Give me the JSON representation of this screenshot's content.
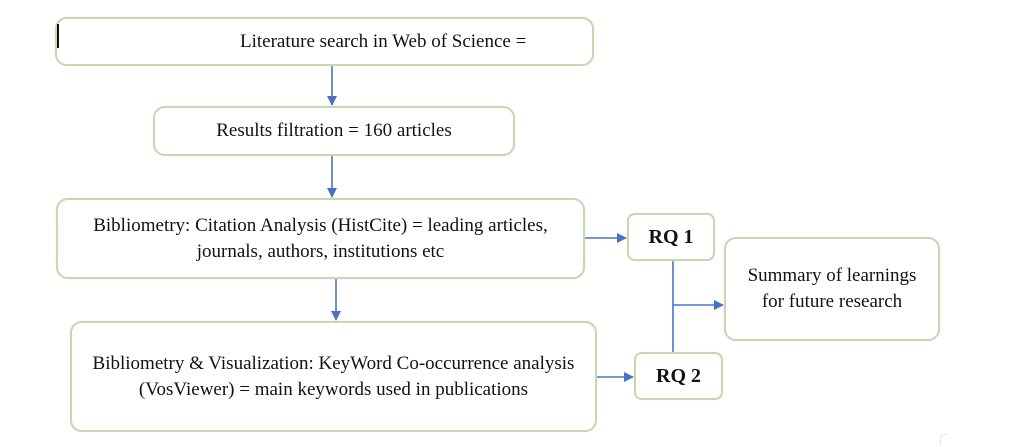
{
  "diagram": {
    "type": "flowchart",
    "colors": {
      "box_border": "#c9d6b4",
      "arrow": "#4a72c4",
      "text": "#111111",
      "background": "#ffffff"
    },
    "nodes": {
      "literature_search": "Literature search in Web of Science =",
      "results_filtration": "Results filtration = 160 articles",
      "citation_analysis": "Bibliometry: Citation Analysis (HistCite) = leading articles, journals, authors, institutions etc",
      "keyword_analysis": "Bibliometry & Visualization: KeyWord Co-occurrence analysis (VosViewer) = main keywords used in publications",
      "rq1": "RQ 1",
      "rq2": "RQ 2",
      "summary": "Summary of learnings for future research"
    },
    "edges": [
      {
        "from": "literature_search",
        "to": "results_filtration"
      },
      {
        "from": "results_filtration",
        "to": "citation_analysis"
      },
      {
        "from": "citation_analysis",
        "to": "keyword_analysis"
      },
      {
        "from": "citation_analysis",
        "to": "rq1"
      },
      {
        "from": "keyword_analysis",
        "to": "rq2"
      },
      {
        "from": "rq1",
        "to": "summary"
      },
      {
        "from": "rq2",
        "to": "summary"
      }
    ]
  }
}
